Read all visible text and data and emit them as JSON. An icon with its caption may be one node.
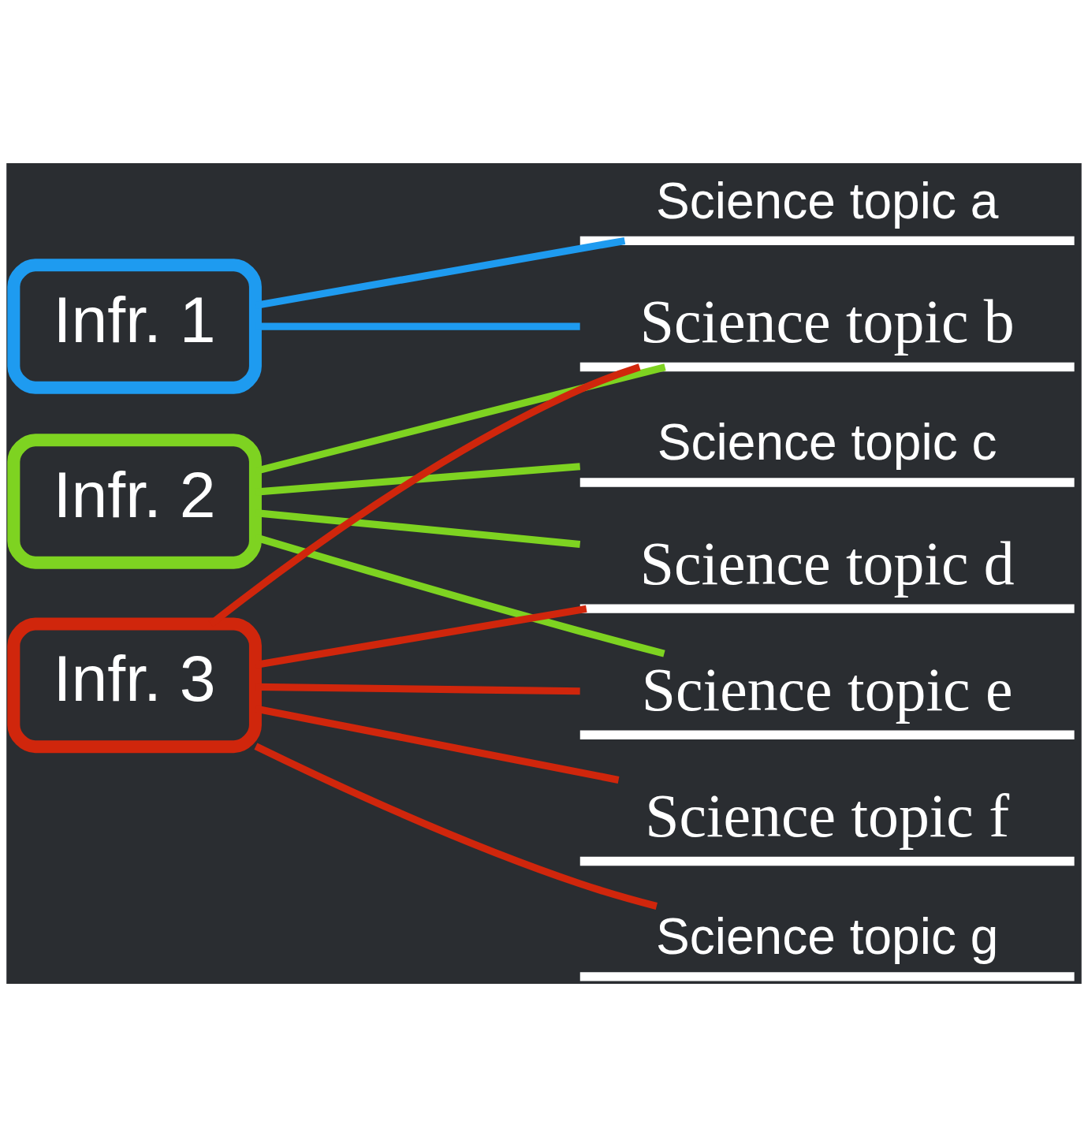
{
  "diagram": {
    "nodes": [
      {
        "text": [
          "Infr. 1"
        ]
      },
      {
        "text": [
          "Infr. 2"
        ]
      },
      {
        "text": [
          "Infr. 3"
        ]
      },
      {
        "text": [
          "Science topic a"
        ]
      },
      {
        "text": [
          "Science topic b"
        ]
      },
      {
        "text": [
          "Science topic c"
        ]
      },
      {
        "text": [
          "Science topic d"
        ]
      },
      {
        "text": [
          "Science topic e"
        ]
      },
      {
        "text": [
          "Science topic f"
        ]
      },
      {
        "text": [
          "Science topic g"
        ]
      }
    ],
    "edges": [
      {
        "from": 0,
        "to": 3,
        "arrow": "none",
        "color": "#1e9bf0"
      },
      {
        "from": 0,
        "to": 4,
        "arrow": "none",
        "color": "#1e9bf0"
      },
      {
        "from": 1,
        "to": 4,
        "arrow": "none",
        "color": "#7ed321"
      },
      {
        "from": 1,
        "to": 5,
        "arrow": "none",
        "color": "#7ed321"
      },
      {
        "from": 1,
        "to": 6,
        "arrow": "none",
        "color": "#7ed321"
      },
      {
        "from": 1,
        "to": 7,
        "arrow": "none",
        "color": "#7ed321"
      },
      {
        "from": 2,
        "to": 4,
        "arrow": "none"
      },
      {
        "from": 2,
        "to": 6,
        "arrow": "none"
      },
      {
        "from": 2,
        "to": 7,
        "arrow": "none"
      },
      {
        "from": 2,
        "to": 8,
        "arrow": "none"
      },
      {
        "from": 2,
        "to": 9,
        "arrow": "none"
      }
    ]
  }
}
